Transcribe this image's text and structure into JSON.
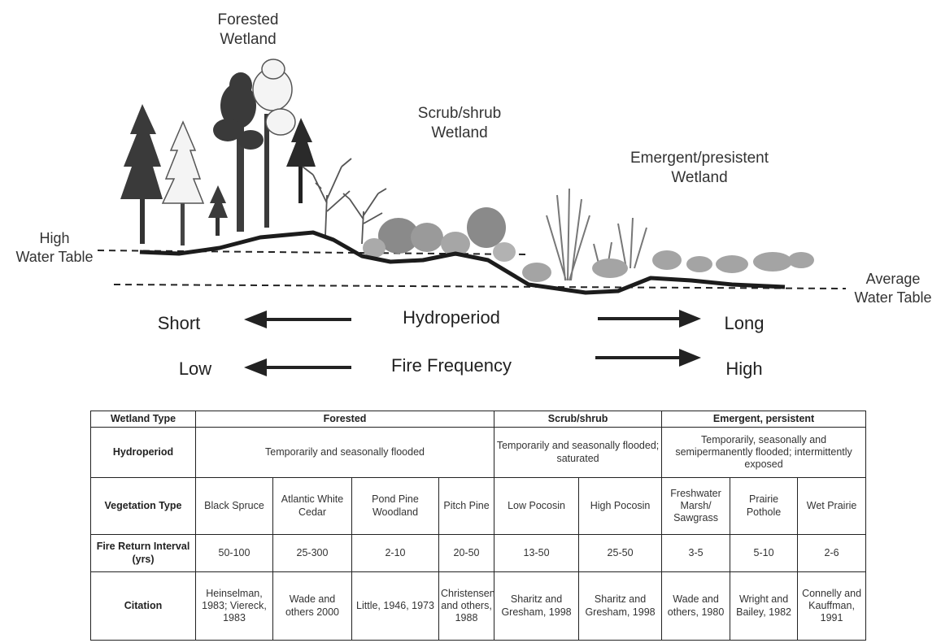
{
  "diagram": {
    "zones": {
      "forested": "Forested\nWetland",
      "scrub": "Scrub/shrub\nWetland",
      "emergent": "Emergent/presistent\nWetland"
    },
    "water_tables": {
      "high": "High\nWater Table",
      "average": "Average\nWater Table"
    },
    "scales": [
      {
        "left": "Short",
        "center": "Hydroperiod",
        "right": "Long"
      },
      {
        "left": "Low",
        "center": "Fire Frequency",
        "right": "High"
      }
    ]
  },
  "table": {
    "row_headers": {
      "wetland_type": "Wetland Type",
      "hydroperiod": "Hydroperiod",
      "vegetation": "Vegetation Type",
      "fire": "Fire Return Interval (yrs)",
      "citation": "Citation"
    },
    "groups": [
      {
        "name": "Forested",
        "hydroperiod": "Temporarily and seasonally flooded"
      },
      {
        "name": "Scrub/shrub",
        "hydroperiod": "Temporarily and seasonally flooded; saturated"
      },
      {
        "name": "Emergent, persistent",
        "hydroperiod": "Temporarily, seasonally and semipermanently flooded; intermittently exposed"
      }
    ],
    "columns": [
      {
        "vegetation": "Black Spruce",
        "fire": "50-100",
        "citation": "Heinselman, 1983; Viereck, 1983"
      },
      {
        "vegetation": "Atlantic White Cedar",
        "fire": "25-300",
        "citation": "Wade and others 2000"
      },
      {
        "vegetation": "Pond Pine Woodland",
        "fire": "2-10",
        "citation": "Little, 1946, 1973"
      },
      {
        "vegetation": "Pitch Pine",
        "fire": "20-50",
        "citation": "Christensen and others, 1988"
      },
      {
        "vegetation": "Low Pocosin",
        "fire": "13-50",
        "citation": "Sharitz and Gresham, 1998"
      },
      {
        "vegetation": "High Pocosin",
        "fire": "25-50",
        "citation": "Sharitz and Gresham, 1998"
      },
      {
        "vegetation": "Freshwater Marsh/ Sawgrass",
        "fire": "3-5",
        "citation": "Wade and others, 1980"
      },
      {
        "vegetation": "Prairie Pothole",
        "fire": "5-10",
        "citation": "Wright and Bailey, 1982"
      },
      {
        "vegetation": "Wet Prairie",
        "fire": "2-6",
        "citation": "Connelly and Kauffman, 1991"
      }
    ]
  }
}
